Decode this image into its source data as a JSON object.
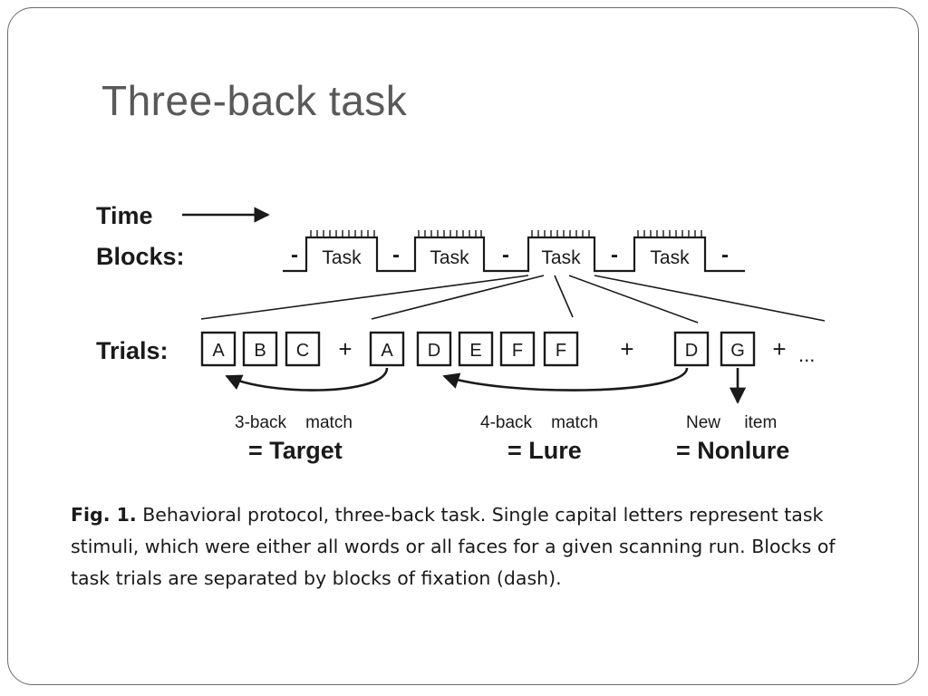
{
  "slide": {
    "title": "Three-back task"
  },
  "diagram": {
    "time_label": "Time",
    "blocks_label": "Blocks:",
    "trials_label": "Trials:",
    "fixation_symbol": "-",
    "task_label": "Task",
    "trials": {
      "group1": [
        "A",
        "B",
        "C"
      ],
      "plus1": "+",
      "group2": [
        "A",
        "D",
        "E",
        "F",
        "F"
      ],
      "plus2": "+",
      "group3": [
        "D",
        "G"
      ],
      "plus3": "+",
      "ellipsis": "..."
    },
    "annotations": {
      "target_desc": "3-back    match",
      "target_result": "= Target",
      "lure_desc": "4-back    match",
      "lure_result": "= Lure",
      "nonlure_desc": "New     item",
      "nonlure_result": "= Nonlure"
    }
  },
  "caption": {
    "fig_label": "Fig. 1.",
    "text": "Behavioral protocol, three-back task. Single capital letters represent task stimuli, which were either all words or all faces for a given scanning run. Blocks of task trials are separated by blocks of fixation (dash)."
  }
}
